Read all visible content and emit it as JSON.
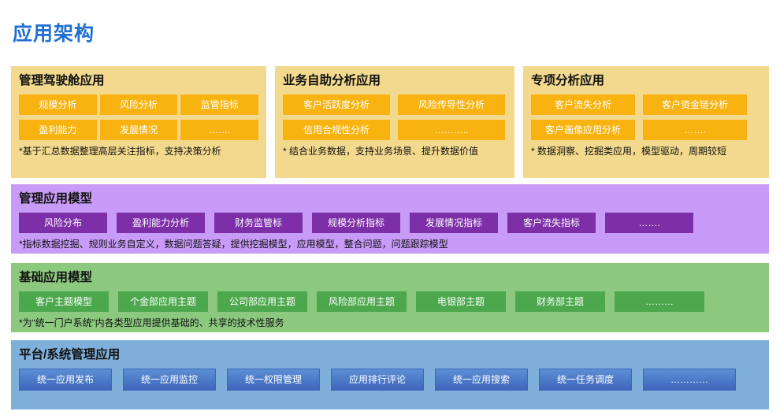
{
  "page": {
    "title": "应用架构"
  },
  "panels": [
    {
      "key": "cockpit",
      "title": "管理驾驶舱应用",
      "rows": [
        [
          "规模分析",
          "风险分析",
          "监管指标"
        ],
        [
          "盈利能力",
          "发展情况",
          "……."
        ]
      ],
      "footnote": "*基于汇总数据整理高层关注指标，支持决策分析",
      "color": "#f2d98d",
      "chip_color": "#f9b310"
    },
    {
      "key": "selfserve",
      "title": "业务自助分析应用",
      "rows": [
        [
          "客户活跃度分析",
          "风险传导性分析"
        ],
        [
          "信用合规性分析",
          "……….."
        ]
      ],
      "footnote": "* 结合业务数据，支持业务场景、提升数据价值",
      "color": "#f2d98d",
      "chip_color": "#f9b310"
    },
    {
      "key": "special",
      "title": "专项分析应用",
      "rows": [
        [
          "客户流失分析",
          "客户资金链分析"
        ],
        [
          "客户画像应用分析",
          "……."
        ]
      ],
      "footnote": "* 数据洞察、挖掘类应用，模型驱动，周期较短",
      "color": "#f2d98d",
      "chip_color": "#f9b310"
    }
  ],
  "mgmt_model": {
    "title": "管理应用模型",
    "chips": [
      "风险分布",
      "盈利能力分析",
      "财务监管标",
      "规模分析指标",
      "发展情况指标",
      "客户流失指标",
      "……."
    ],
    "footnote": "*指标数据挖掘、规则业务自定义，数据问题答疑，提供挖掘模型，应用模型，整合问题，问题跟踪模型",
    "color": "#c79bf7",
    "chip_color": "#7d2fa8"
  },
  "base_model": {
    "title": "基础应用模型",
    "chips": [
      "客户主题模型",
      "个金部应用主题",
      "公司部应用主题",
      "风险部应用主题",
      "电银部主题",
      "财务部主题",
      "………"
    ],
    "footnote": "*为“统一门户系统”内各类型应用提供基础的、共享的技术性服务",
    "color": "#8cc97f",
    "chip_color": "#4da84d"
  },
  "platform": {
    "title": "平台/系统管理应用",
    "chips": [
      "统一应用发布",
      "统一应用监控",
      "统一权限管理",
      "应用排行评论",
      "统一应用搜索",
      "统一任务调度",
      "…………"
    ],
    "footnote": "",
    "color": "#7fb0dc",
    "chip_color": "#4b78c6"
  }
}
